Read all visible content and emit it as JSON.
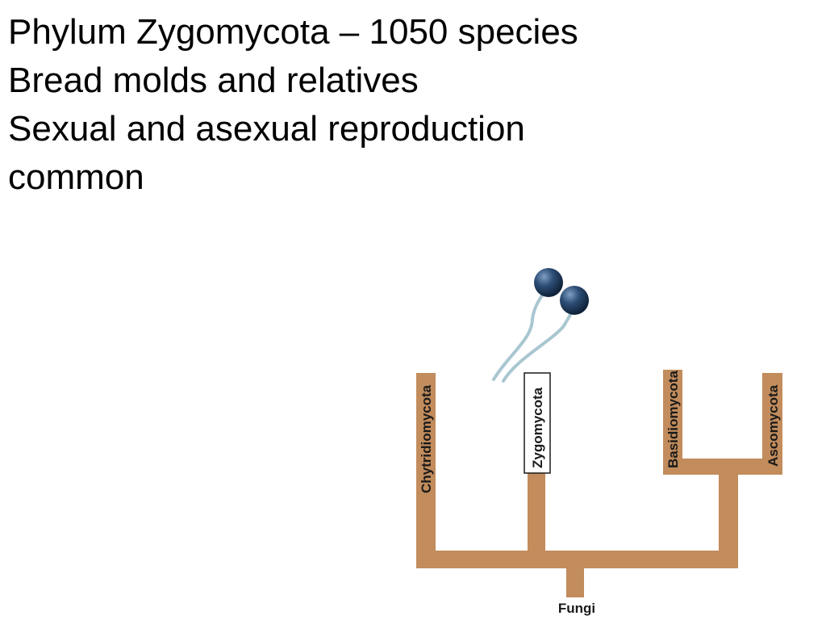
{
  "slide": {
    "lines": [
      "Phylum Zygomycota – 1050 species",
      "Bread molds and relatives",
      "Sexual and asexual reproduction",
      "common"
    ]
  },
  "tree": {
    "root": "Fungi",
    "clades": [
      "Chytridiomycota",
      "Zygomycota",
      "Basidiomycota",
      "Ascomycota"
    ],
    "highlighted": "Zygomycota",
    "colors": {
      "branch": "#c28c5c",
      "highlight_box": "#ffffff",
      "sporangium": "#1f3a5c",
      "stalk": "#a9c7d1"
    }
  }
}
